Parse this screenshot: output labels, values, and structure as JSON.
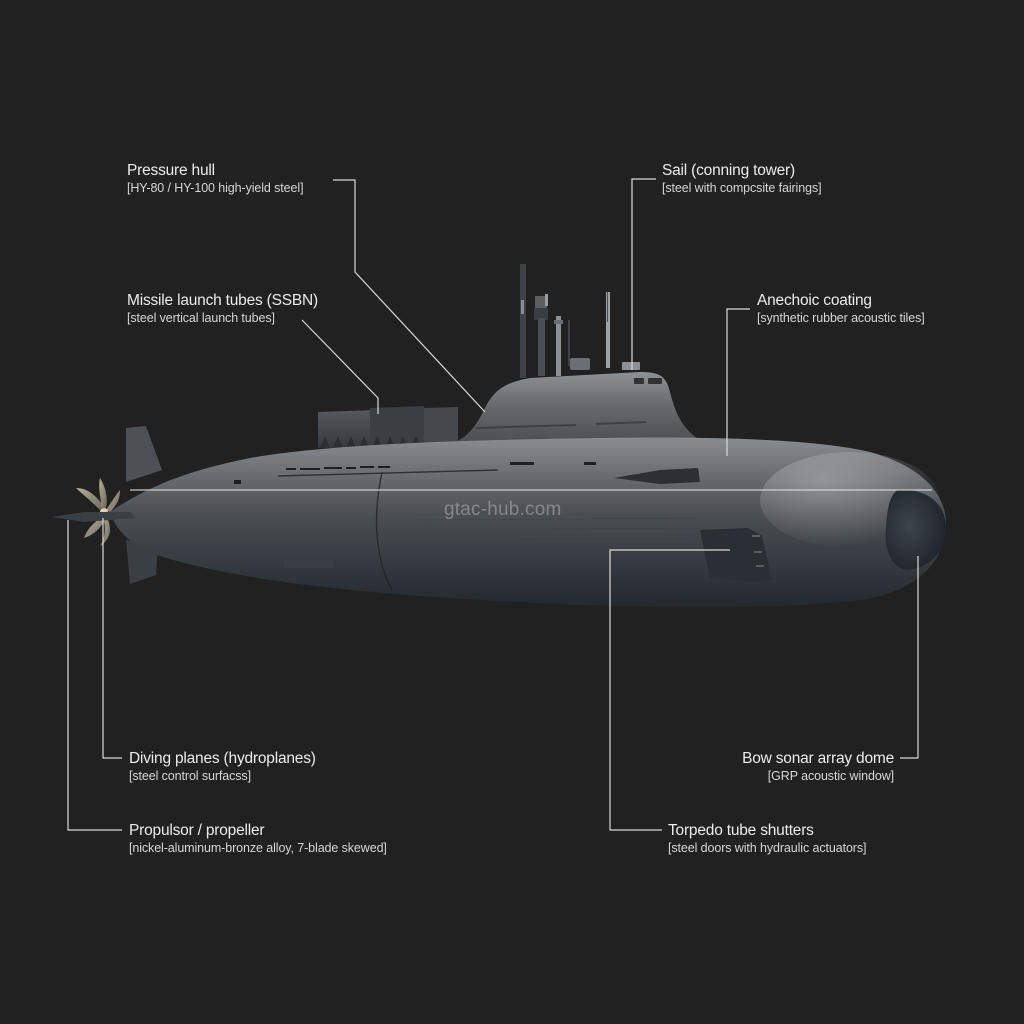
{
  "diagram": {
    "subject": "Nuclear submarine (side profile)",
    "background_color": "#212121",
    "leader_line_color": "#d9d9d9",
    "watermark": "gtac-hub.com"
  },
  "callouts": [
    {
      "id": "pressure-hull",
      "title": "Pressure hull",
      "material": "[HY-80 / HY-100 high-yield steel]"
    },
    {
      "id": "sail",
      "title": "Sail (conning tower)",
      "material": "[steel with compcsite fairings]"
    },
    {
      "id": "missile-tubes",
      "title": "Missile launch tubes (SSBN)",
      "material": "[steel vertical launch tubes]"
    },
    {
      "id": "anechoic-coating",
      "title": "Anechoic coating",
      "material": "[synthetic rubber acoustic tiles]"
    },
    {
      "id": "diving-planes",
      "title": "Diving planes (hydroplanes)",
      "material": "[steel control surfacss]"
    },
    {
      "id": "propulsor",
      "title": "Propulsor / propeller",
      "material": "[nickel-aluminum-bronze alloy, 7-blade skewed]"
    },
    {
      "id": "bow-sonar",
      "title": "Bow sonar array dome",
      "material": "[GRP acoustic window]"
    },
    {
      "id": "torpedo-shutters",
      "title": "Torpedo tube shutters",
      "material": "[steel doors with hydraulic actuators]"
    }
  ]
}
